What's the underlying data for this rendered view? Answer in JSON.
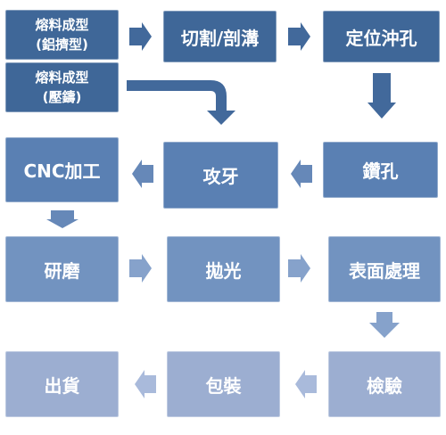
{
  "colors": {
    "row1": "#3f6798",
    "row1_arrow": "#42699b",
    "row2": "#5a80b3",
    "row2_arrow": "#6688b8",
    "row3": "#7293c0",
    "row3_arrow": "#86a2cb",
    "row4": "#9caed1",
    "row4_arrow": "#a9badb"
  },
  "steps": {
    "s1a_line1": "熔料成型",
    "s1a_line2": "(鋁擠型)",
    "s1b_line1": "熔料成型",
    "s1b_line2": "(壓鑄)",
    "s2": "切割/剖溝",
    "s3": "定位沖孔",
    "s4": "鑽孔",
    "s5": "攻牙",
    "s6": "CNC加工",
    "s7": "研磨",
    "s8": "拋光",
    "s9": "表面處理",
    "s10": "檢驗",
    "s11": "包裝",
    "s12": "出貨"
  }
}
